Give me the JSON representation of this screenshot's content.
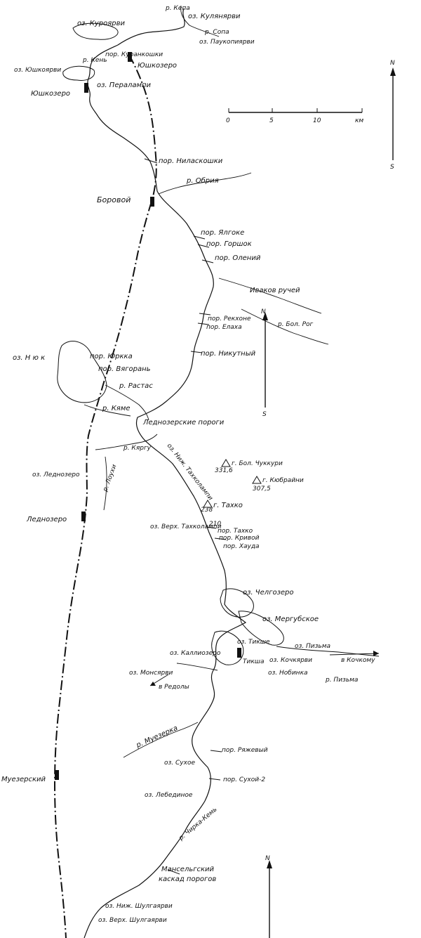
{
  "scale_bar": {
    "ticks": [
      "0",
      "5",
      "10",
      "км"
    ]
  },
  "north_arrows": {
    "top": {
      "n": "N",
      "s": "S"
    },
    "middle": {
      "n": "N",
      "s": "S"
    },
    "bottom": {
      "n": "N"
    }
  },
  "labels": {
    "r_kepa": "р. Кепа",
    "oz_kulyanyarvi": "оз. Кулянярви",
    "oz_kuroyarvi": "оз. Куроярви",
    "r_sopa": "р. Сопа",
    "oz_paukopiyarvi": "оз. Паукопиярви",
    "r_ken": "р. Кень",
    "por_kurankoshki": "пор. Куранкошки",
    "yushkozero_station": "Юшкозеро",
    "oz_yushkoyarvi": "оз. Юшкоярви",
    "yushkozero_town": "Юшкозеро",
    "oz_peralampi": "оз. Пералампи",
    "por_nilaskoshki": "пор. Ниласкошки",
    "r_obriya": "р. Обрия",
    "borovoy": "Боровой",
    "por_yalgoke": "пор. Ялгоке",
    "por_gorshok": "пор. Горшок",
    "por_oleniy": "пор. Олений",
    "ivakov_ruchey": "Иваков ручей",
    "por_rekhkone": "пор. Рекхоне",
    "por_elakha": "пор. Елаха",
    "r_bol_pag": "р. Бол. Рог",
    "oz_nyuk": "оз. Н ю к",
    "por_yurkka": "пор. Юркка",
    "por_vyagoran": "пор. Вягорань",
    "por_nikutny": "пор. Никутный",
    "r_rastas": "р. Растас",
    "r_kyame": "р. Кяме",
    "lednozerskie_porogi": "Леднозерские пороги",
    "r_kyargu": "р. Кяргу",
    "oz_nizh_takhkolampi": "оз. Ниж. Тахколампи",
    "g_bol_chukkuri": "г. Бол. Чуккури",
    "elev_331": "331,6",
    "g_kyubraini": "г. Кюбрайни",
    "elev_307": "307,5",
    "oz_lednozero": "оз. Леднозеро",
    "r_louzhi": "р. Лоухи",
    "g_takhko": "г. Тахко",
    "elev_238": "238",
    "lednozero_station": "Леднозеро",
    "oz_verkh_takhkolampi": "оз. Верх. Тахколампи",
    "elev_210": "210",
    "por_takhko": "пор. Тахко",
    "por_krivoy": "пор. Кривой",
    "por_khauda": "пор. Хауда",
    "oz_chelgozero": "оз. Челгозеро",
    "oz_mergubskoe": "оз. Мергубское",
    "oz_tikshe": "оз. Тикше",
    "oz_pizma": "оз. Пизьма",
    "oz_kallioyarvi": "оз. Каллиозеро",
    "tiksha": "Тикша",
    "oz_kochkyarvi": "оз. Кочкярви",
    "v_kochkomu": "в Кочкому",
    "oz_monsyarvi": "оз. Монсярви",
    "oz_nobinka": "оз. Нобинка",
    "v_redoly": "в Редолы",
    "r_pizma": "р. Пизьма",
    "r_muezerka": "р. Муезерка",
    "por_ryazhevy": "пор. Ряжевый",
    "oz_sukhoe": "оз. Сухое",
    "muezersky": "Муезерский",
    "por_sukhoy2": "пор. Сухой-2",
    "oz_lebedinoe": "оз. Лебединое",
    "r_chirka_ken": "р. Чирка-Кемь",
    "manselgsky_line1": "Мансельгский",
    "manselgsky_line2": "каскад порогов",
    "oz_nizh_shulgayarvi": "оз. Ниж. Шулгаярви",
    "oz_verkh_shulgayarvi": "оз. Верх. Шулгаярви"
  }
}
